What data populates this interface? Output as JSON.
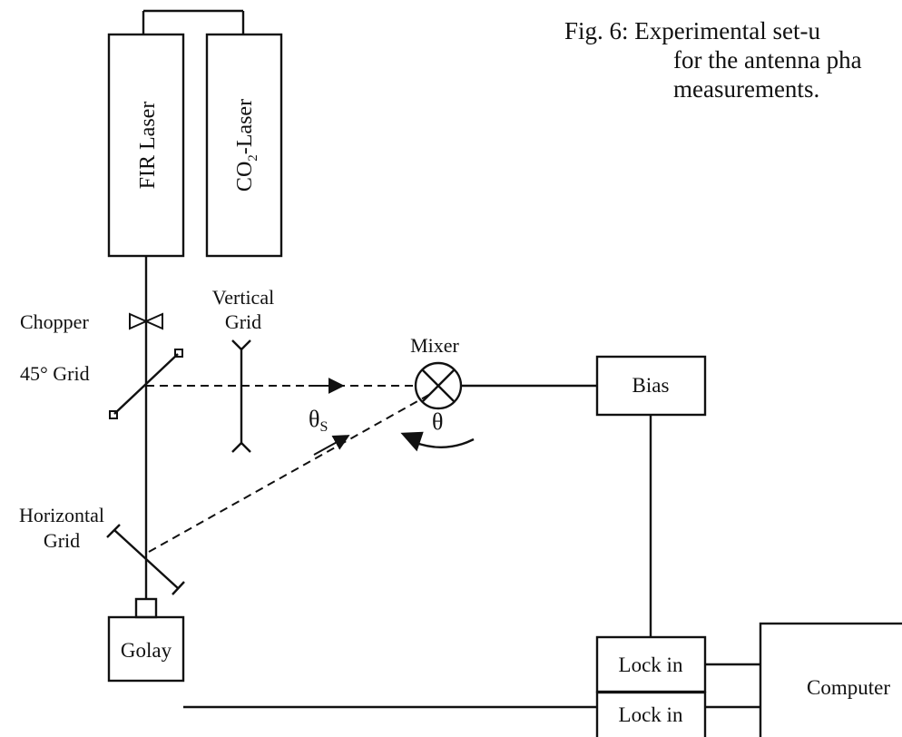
{
  "caption": {
    "line1": "Fig. 6: Experimental  set-u",
    "line2": "for the antenna pha",
    "line3": "measurements."
  },
  "lasers": {
    "fir": "FIR Laser",
    "co2_prefix": "CO",
    "co2_sub": "2",
    "co2_suffix": "-Laser"
  },
  "labels": {
    "chopper": "Chopper",
    "vertical_grid_1": "Vertical",
    "vertical_grid_2": "Grid",
    "grid45": "45° Grid",
    "mixer": "Mixer",
    "theta_s": "θ",
    "theta_s_sub": "S",
    "theta": "θ",
    "horizontal_grid_1": "Horizontal",
    "horizontal_grid_2": "Grid"
  },
  "boxes": {
    "bias": "Bias",
    "lockin_top": "Lock in",
    "lockin_bottom": "Lock in",
    "computer": "Computer",
    "golay": "Golay"
  }
}
